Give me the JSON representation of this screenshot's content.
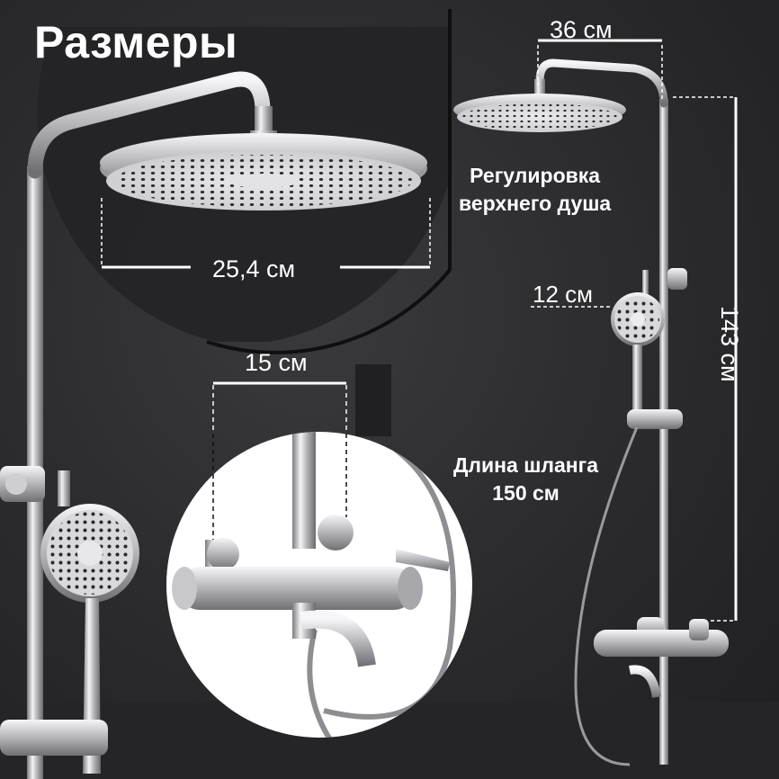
{
  "title": "Размеры",
  "dimensions": {
    "width_top": "36 см",
    "head_diameter": "25,4 см",
    "mixer_spacing": "15 см",
    "hand_shower": "12 см",
    "height": "143 см"
  },
  "labels": {
    "adjust_line1": "Регулировка",
    "adjust_line2": "верхнего душа",
    "hose_line1": "Длина шланга",
    "hose_line2": "150 см"
  }
}
